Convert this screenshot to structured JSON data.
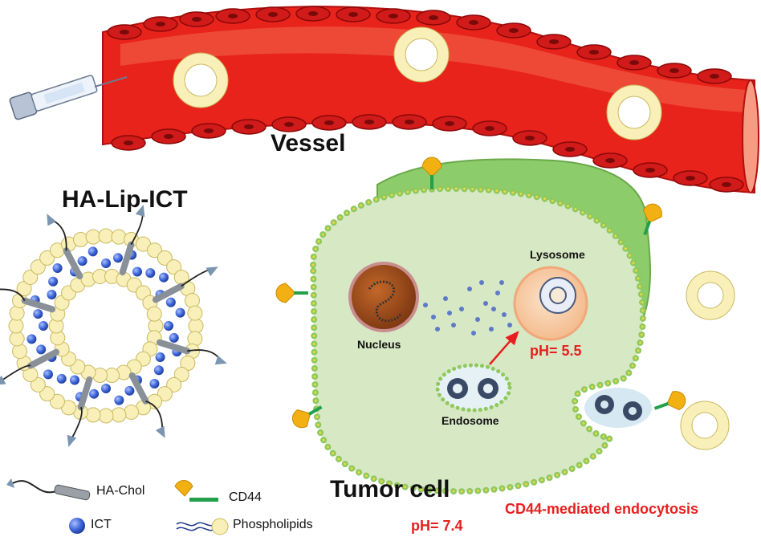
{
  "labels": {
    "vessel": "Vessel",
    "construct": "HA-Lip-ICT",
    "lysosome": "Lysosome",
    "nucleus": "Nucleus",
    "endosome": "Endosome",
    "lysosome_ph": "pH= 5.5",
    "tumor_cell": "Tumor cell",
    "extracellular_ph": "pH= 7.4",
    "uptake": "CD44-mediated endocytosis"
  },
  "legend": {
    "ha_chol": "HA-Chol",
    "ict": "ICT",
    "cd44": "CD44",
    "phospholipids": "Phospholipids"
  },
  "colors": {
    "vessel": "#e8231b",
    "rbc": "#d11a1a",
    "cell_body": "#d7e8c5",
    "cell_back": "#8dcc6a",
    "membrane_head": "#f8f0b8",
    "icp": "#3b63d6",
    "label_red": "#e81e1e",
    "cd44": "#f2b013"
  }
}
